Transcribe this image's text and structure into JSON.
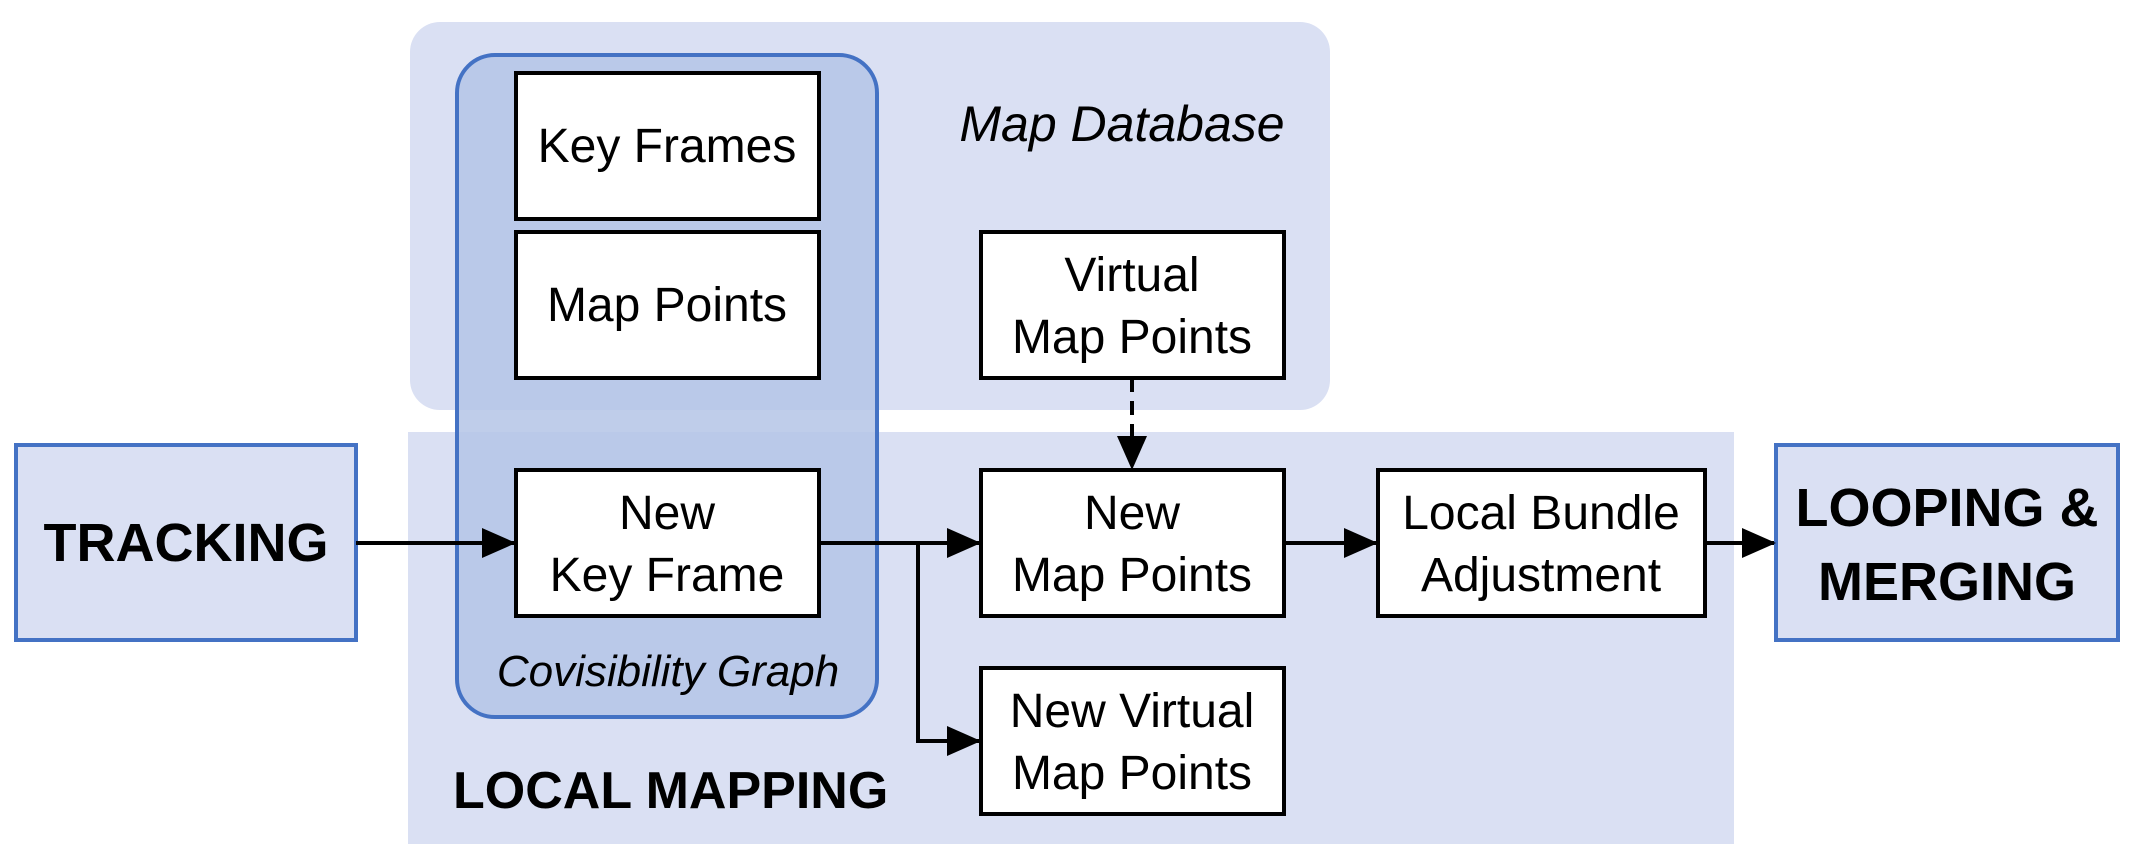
{
  "diagram": {
    "regions": {
      "map_database": "Map Database",
      "local_mapping": "LOCAL MAPPING",
      "covisibility_graph": "Covisibility Graph"
    },
    "modules": {
      "tracking": "TRACKING",
      "looping_line1": "LOOPING &",
      "looping_line2": "MERGING"
    },
    "boxes": {
      "key_frames": "Key Frames",
      "map_points": "Map Points",
      "virtual_map_points_line1": "Virtual",
      "virtual_map_points_line2": "Map Points",
      "new_key_frame_line1": "New",
      "new_key_frame_line2": "Key Frame",
      "new_map_points_line1": "New",
      "new_map_points_line2": "Map Points",
      "new_virtual_map_points_line1": "New Virtual",
      "new_virtual_map_points_line2": "Map Points",
      "local_ba_line1": "Local Bundle",
      "local_ba_line2": "Adjustment"
    },
    "colors": {
      "region_fill": "#dae0f3",
      "covisibility_fill": "#b4c4e6",
      "blue_border": "#4472c4",
      "box_fill": "#ffffff",
      "line": "#000000"
    }
  }
}
